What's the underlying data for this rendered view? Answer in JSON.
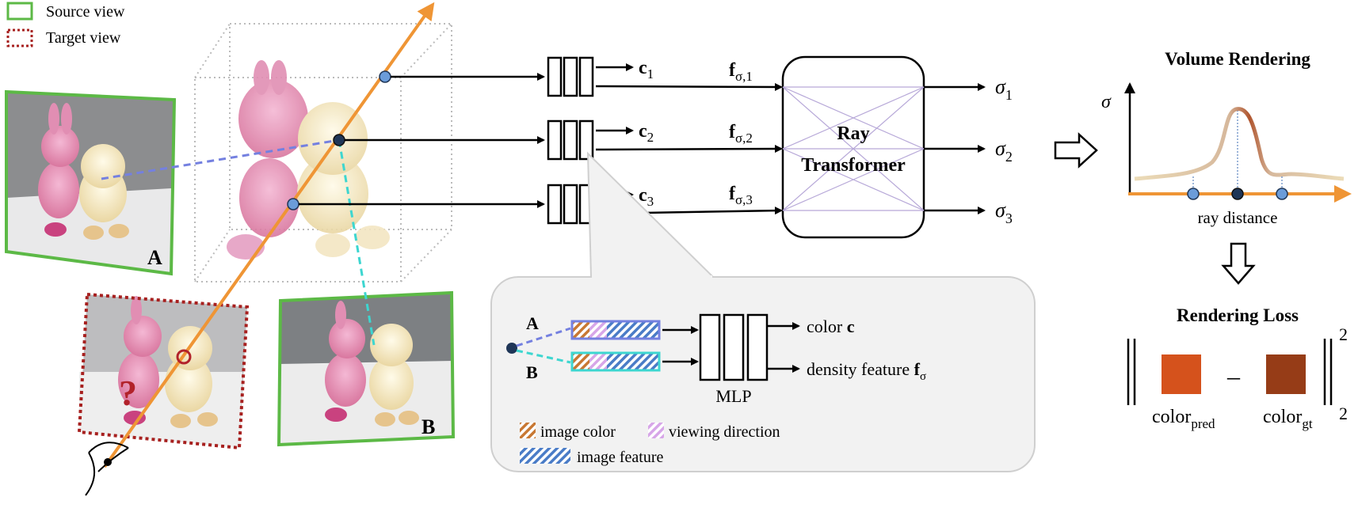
{
  "legend": {
    "source_view": "Source view",
    "target_view": "Target view"
  },
  "views": {
    "label_a": "A",
    "label_b": "B",
    "query_mark": "?"
  },
  "features": [
    {
      "color_base": "c",
      "color_sub": "1",
      "feat_base": "f",
      "feat_sub": "σ,1",
      "sigma_base": "σ",
      "sigma_sub": "1"
    },
    {
      "color_base": "c",
      "color_sub": "2",
      "feat_base": "f",
      "feat_sub": "σ,2",
      "sigma_base": "σ",
      "sigma_sub": "2"
    },
    {
      "color_base": "c",
      "color_sub": "3",
      "feat_base": "f",
      "feat_sub": "σ,3",
      "sigma_base": "σ",
      "sigma_sub": "3"
    }
  ],
  "transformer": {
    "line1": "Ray",
    "line2": "Transformer"
  },
  "detail": {
    "input_a": "A",
    "input_b": "B",
    "mlp_label": "MLP",
    "out_color_text": "color ",
    "out_color_sym": "c",
    "out_density_text": "density feature ",
    "out_density_sym": "f",
    "out_density_sub": "σ",
    "legend_image_color": "image color",
    "legend_viewing_direction": "viewing direction",
    "legend_image_feature": "image feature"
  },
  "volume_rendering": {
    "title": "Volume Rendering",
    "y_axis": "σ",
    "x_axis": "ray distance"
  },
  "rendering_loss": {
    "title": "Rendering Loss",
    "exponent": "2",
    "subscript": "2",
    "minus": "–",
    "pred_base": "color",
    "pred_sub": "pred",
    "gt_base": "color",
    "gt_sub": "gt",
    "pred_color": "#d5521c",
    "gt_color": "#963c17"
  },
  "colors": {
    "ray": "#ef9535",
    "source_frame": "#5cb946",
    "target_frame": "#a7201f",
    "point_light": "#6b9cd9",
    "point_dark": "#1f3657",
    "dash_a": "#7480e0",
    "dash_b": "#3dd6d0",
    "stripe_brown": "#c87833",
    "stripe_pink": "#d7a6e8",
    "stripe_blue": "#4a7cc7"
  }
}
